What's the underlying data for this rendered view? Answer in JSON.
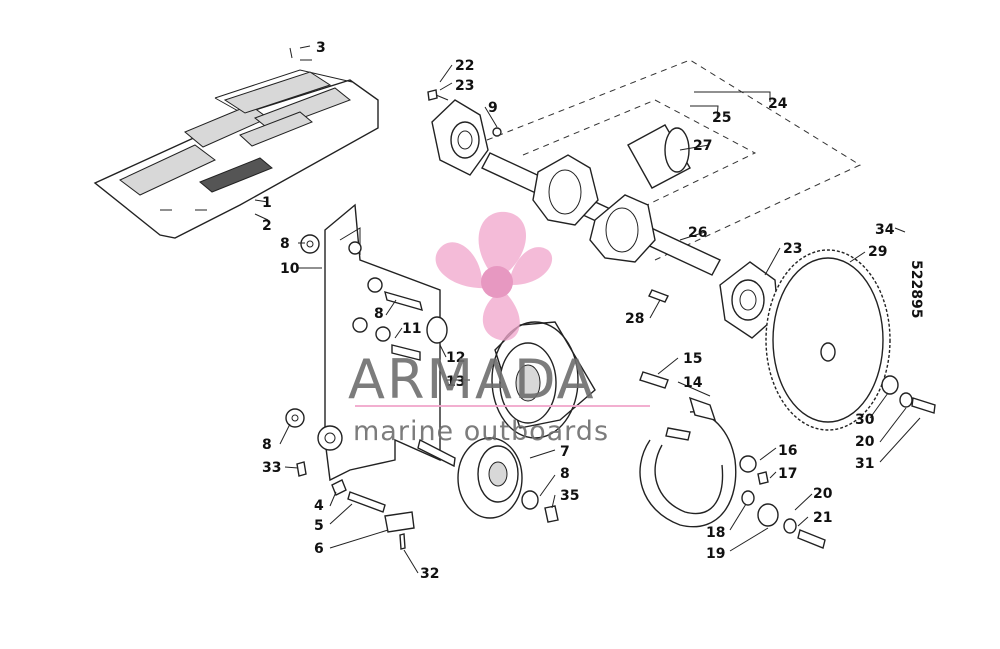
{
  "watermark": {
    "brand": "ARMADA",
    "tagline": "marine outboards",
    "brand_color": "#f1a7cc",
    "text_color": "#6e6e6e"
  },
  "stamp": "522895",
  "callouts": [
    "1",
    "2",
    "3",
    "4",
    "5",
    "6",
    "7",
    "8",
    "9",
    "10",
    "11",
    "12",
    "13",
    "14",
    "15",
    "16",
    "17",
    "18",
    "19",
    "20",
    "21",
    "22",
    "23",
    "24",
    "25",
    "26",
    "27",
    "28",
    "29",
    "30",
    "31",
    "32",
    "33",
    "34",
    "35"
  ]
}
